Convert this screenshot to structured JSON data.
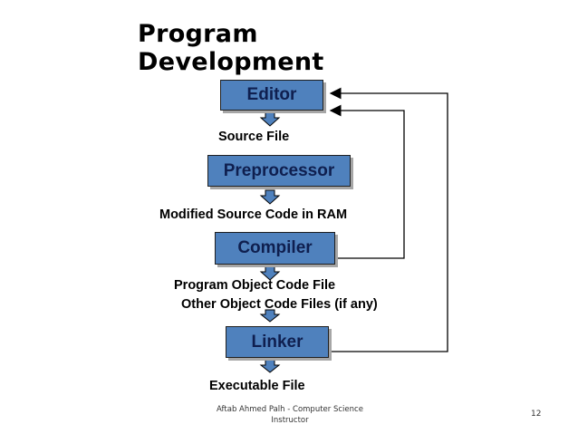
{
  "slide": {
    "title": "Program Development",
    "footer_line1": "Aftab Ahmed Palh -  Computer Science",
    "footer_line2": "Instructor",
    "page_number": "12"
  },
  "diagram": {
    "boxes": {
      "editor": "Editor",
      "preprocessor": "Preprocessor",
      "compiler": "Compiler",
      "linker": "Linker"
    },
    "labels": {
      "source_file": "Source File",
      "modified_source": "Modified Source Code in RAM",
      "program_object": "Program Object Code File",
      "other_object": "Other Object Code Files (if any)",
      "executable": "Executable File"
    }
  },
  "colors": {
    "box_fill": "#4f81bd",
    "box_text": "#0f1f4f"
  }
}
